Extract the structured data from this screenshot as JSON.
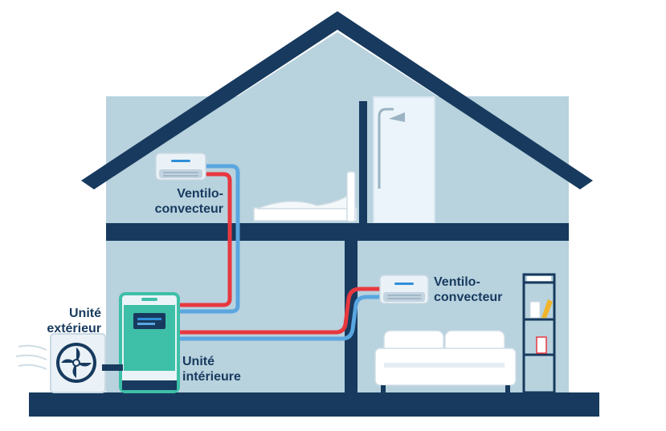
{
  "labels": {
    "outdoor_unit": [
      "Unité",
      "extérieur"
    ],
    "indoor_unit": [
      "Unité",
      "intérieure"
    ],
    "fan_coil_upper": [
      "Ventilo-",
      "convecteur"
    ],
    "fan_coil_lower": [
      "Ventilo-",
      "convecteur"
    ]
  },
  "colors": {
    "outline": "#173a5e",
    "wall": "#b8d2de",
    "pipe_hot": "#e8383f",
    "pipe_cold": "#5aa6e0",
    "unit_teal": "#3ebfa8",
    "accent_blue": "#2f8fd8"
  },
  "icons": [
    "house",
    "outdoor-fan-unit",
    "indoor-heat-pump-unit",
    "wall-fan-coil",
    "bed",
    "shower",
    "sofa",
    "shelf"
  ]
}
